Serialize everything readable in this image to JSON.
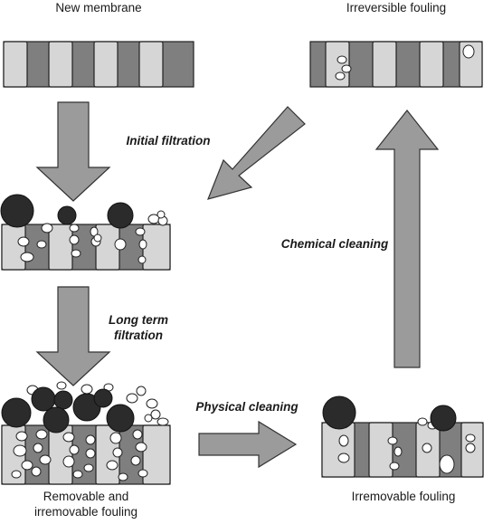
{
  "stages": {
    "new_membrane": "New membrane",
    "irreversible_fouling": "Irreversible fouling",
    "removable_line1": "Removable and",
    "removable_line2": "irremovable fouling",
    "irremovable_fouling": "Irremovable fouling"
  },
  "steps": {
    "initial_filtration": "Initial filtration",
    "long_term_line1": "Long term",
    "long_term_line2": "filtration",
    "physical_cleaning": "Physical cleaning",
    "chemical_cleaning": "Chemical cleaning"
  },
  "colors": {
    "pore_dark": "#7f7f7f",
    "pore_light": "#d6d6d6",
    "arrow": "#9b9b9b",
    "foulant_dark": "#2b2b2b",
    "foulant_light": "#ffffff"
  }
}
